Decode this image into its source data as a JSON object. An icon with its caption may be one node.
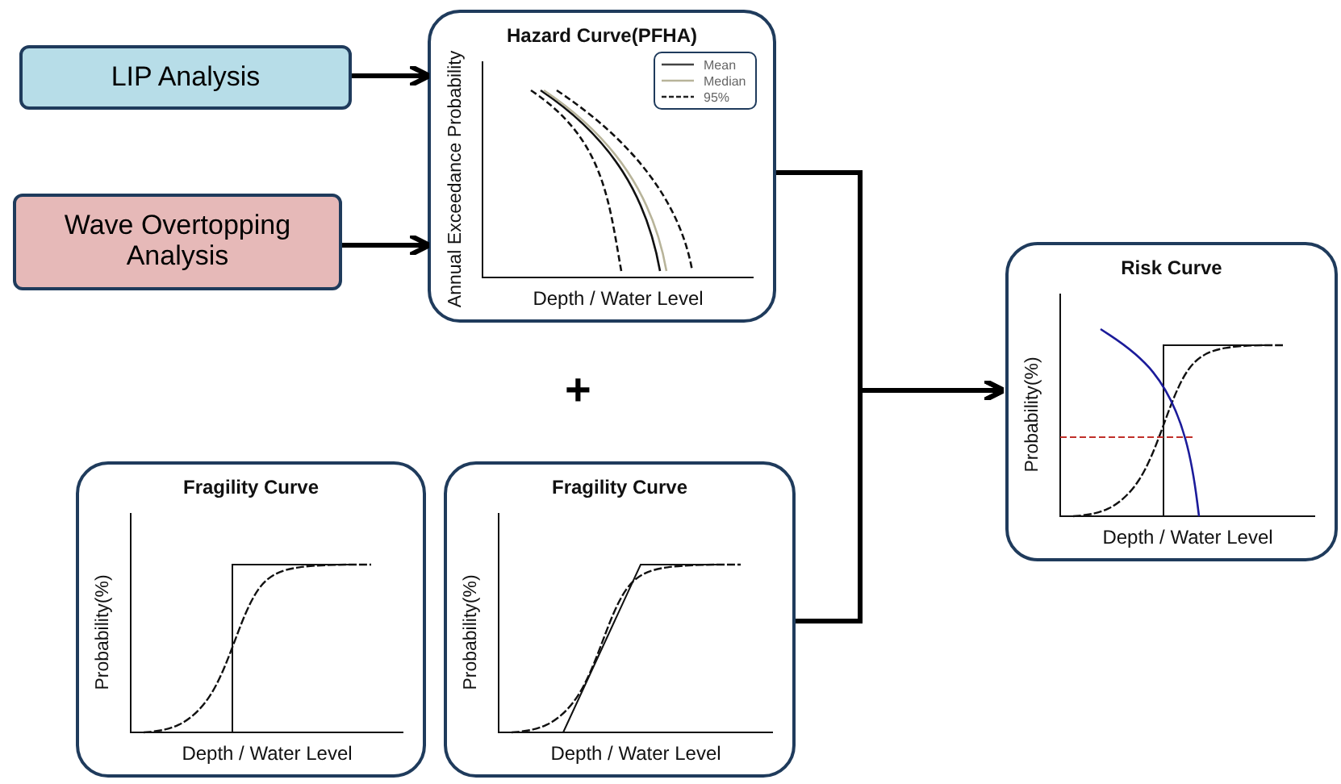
{
  "diagram": {
    "nodes": [
      {
        "text": [
          "LIP Analysis"
        ]
      },
      {
        "text": [
          "Wave Overtopping Analysis"
        ]
      },
      {
        "text": [
          "Hazard Curve(PFHA)",
          "Annual Exceedance Probability",
          "Depth / Water Level"
        ]
      },
      {
        "text": [
          "Fragility Curve",
          "Probability(%)",
          "Depth / Water Level"
        ]
      },
      {
        "text": [
          "Fragility Curve",
          "Probability(%)",
          "Depth / Water Level"
        ]
      },
      {
        "text": [
          "Risk Curve",
          "Probability(%)",
          "Depth / Water Level"
        ]
      }
    ],
    "edges": [
      {
        "from": 0,
        "to": 2,
        "arrow": "to"
      },
      {
        "from": 1,
        "to": 2,
        "arrow": "to"
      },
      {
        "from": 2,
        "to": 5,
        "arrow": "to"
      },
      {
        "from": 4,
        "to": 5,
        "arrow": "to"
      }
    ],
    "labels": [
      "+"
    ],
    "legend": [
      {
        "text": "Mean"
      },
      {
        "text": "Median"
      },
      {
        "text": "95%"
      }
    ]
  }
}
